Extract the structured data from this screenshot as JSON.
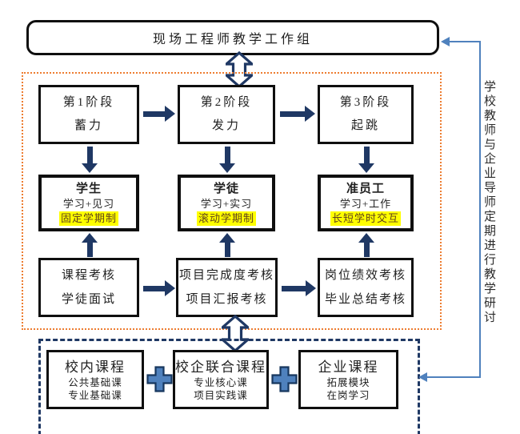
{
  "colors": {
    "navy": "#1f3864",
    "orange": "#ed7d31",
    "accent_blue": "#4f81bd",
    "highlight_yellow": "#ffff00",
    "box_border": "#0f0f0f",
    "text": "#1f1f1f",
    "highlight_text": "#5f401c"
  },
  "top_box": {
    "label": "现场工程师教学工作组"
  },
  "stages": [
    {
      "line1": "第1阶段",
      "line2": "蓄力"
    },
    {
      "line1": "第2阶段",
      "line2": "发力"
    },
    {
      "line1": "第3阶段",
      "line2": "起跳"
    }
  ],
  "roles": [
    {
      "title": "学生",
      "subtitle": "学习+见习",
      "highlight": "固定学期制"
    },
    {
      "title": "学徒",
      "subtitle": "学习+实习",
      "highlight": "滚动学期制"
    },
    {
      "title": "准员工",
      "subtitle": "学习+工作",
      "highlight": "长短学时交互"
    }
  ],
  "assessments": [
    {
      "line1": "课程考核",
      "line2": "学徒面试"
    },
    {
      "line1": "项目完成度考核",
      "line2": "项目汇报考核"
    },
    {
      "line1": "岗位绩效考核",
      "line2": "毕业总结考核"
    }
  ],
  "courses": [
    {
      "title": "校内课程",
      "line1": "公共基础课",
      "line2": "专业基础课"
    },
    {
      "title": "校企联合课程",
      "line1": "专业核心课",
      "line2": "项目实践课"
    },
    {
      "title": "企业课程",
      "line1": "拓展模块",
      "line2": "在岗学习"
    }
  ],
  "side_note": "学校教师与企业导师定期进行教学研讨"
}
